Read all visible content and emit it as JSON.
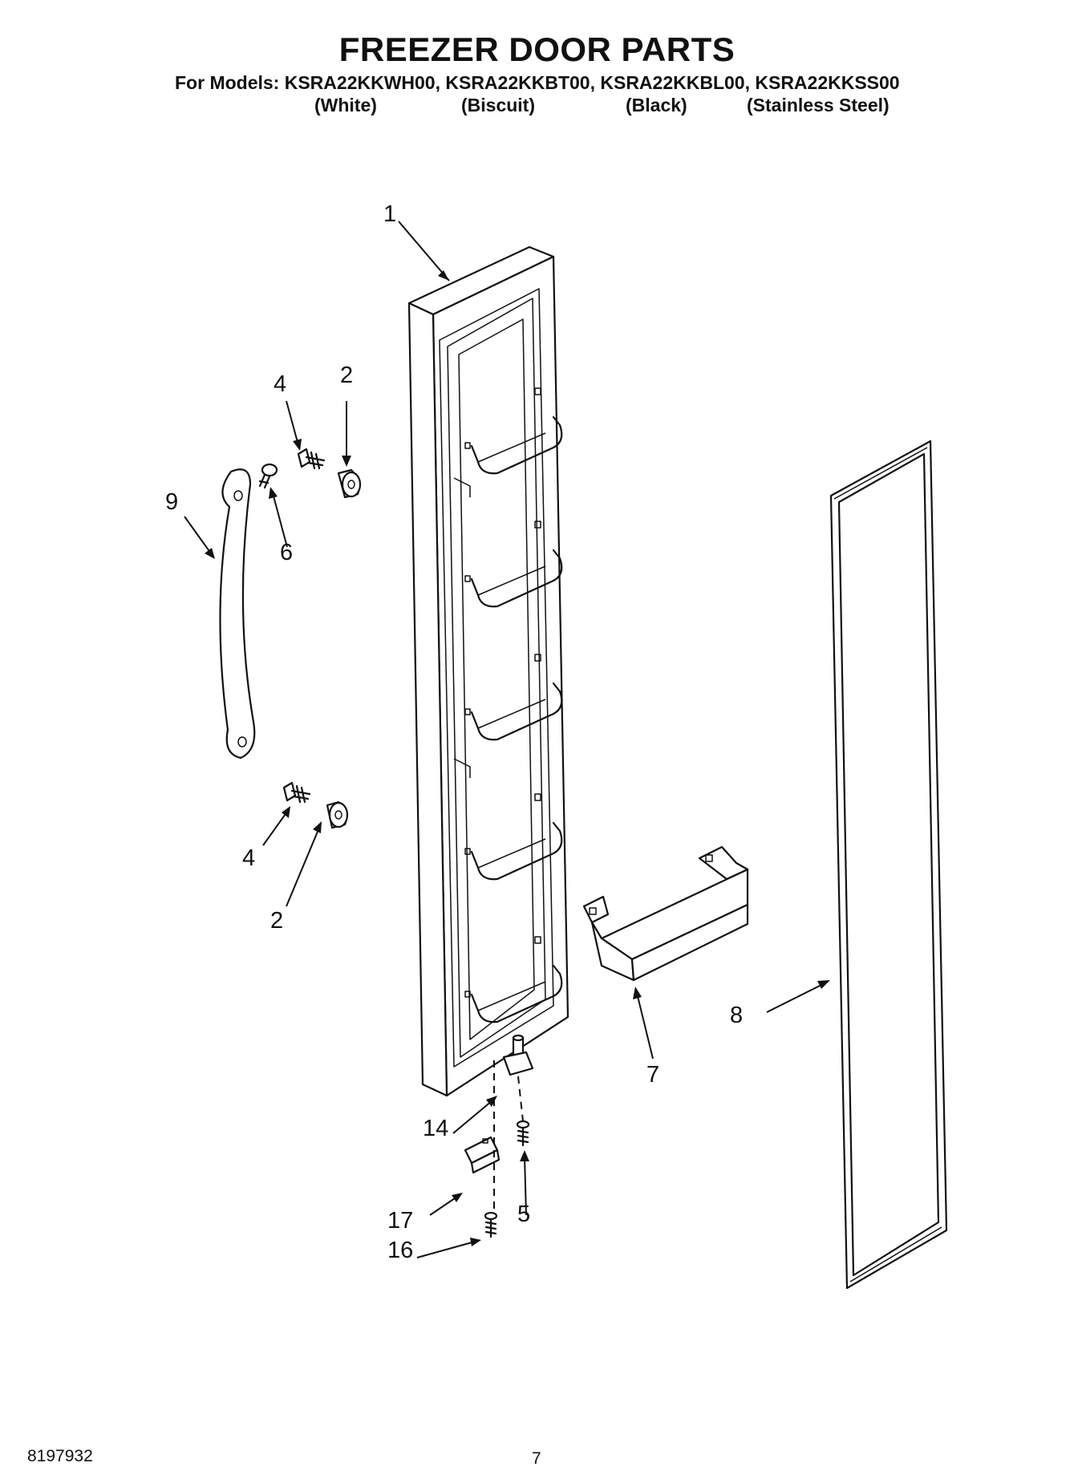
{
  "header": {
    "title": "FREEZER DOOR PARTS",
    "models_line": "For Models: KSRA22KKWH00, KSRA22KKBT00, KSRA22KKBL00, KSRA22KKSS00",
    "variants": [
      "(White)",
      "(Biscuit)",
      "(Black)",
      "(Stainless Steel)"
    ]
  },
  "diagram": {
    "callouts": [
      "1",
      "2",
      "4",
      "6",
      "9",
      "4",
      "2",
      "14",
      "17",
      "16",
      "5",
      "7",
      "8"
    ],
    "parts": [
      "freezer-door-assembly",
      "door-handle-spacer",
      "handle-screw",
      "handle-end-screw",
      "door-handle",
      "door-hinge-bushing",
      "hinge-screw",
      "door-stop",
      "door-stop-screw",
      "door-shelf",
      "door-gasket"
    ]
  },
  "footer": {
    "doc_number": "8197932",
    "page_number": "7"
  }
}
